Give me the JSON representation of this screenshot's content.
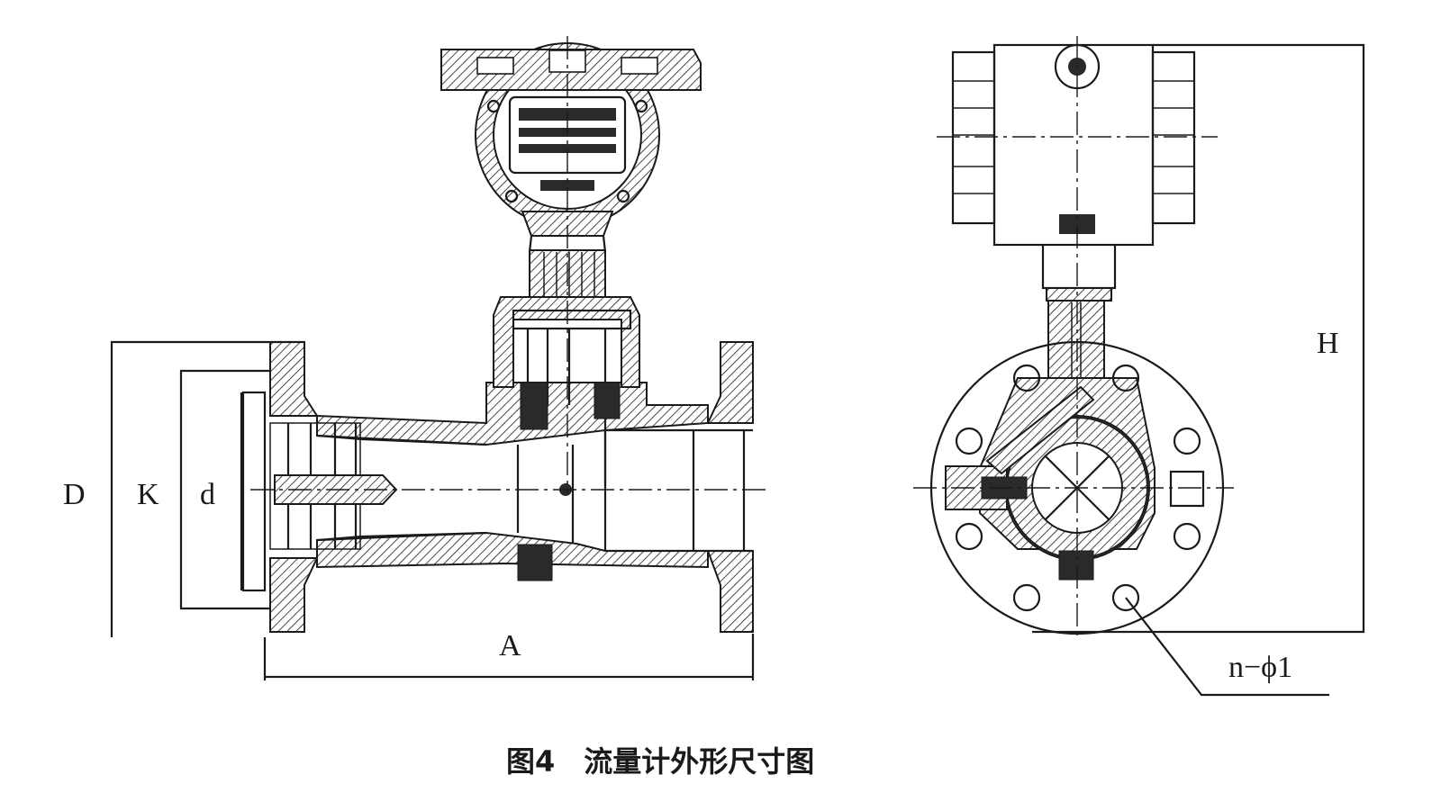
{
  "figure": {
    "caption": "图4　流量计外形尺寸图"
  },
  "front_view": {
    "dimension_labels": {
      "D": "D",
      "K": "K",
      "d": "d",
      "A": "A"
    }
  },
  "side_view": {
    "dimension_labels": {
      "H": "H",
      "holes": "n−ϕ1"
    }
  }
}
